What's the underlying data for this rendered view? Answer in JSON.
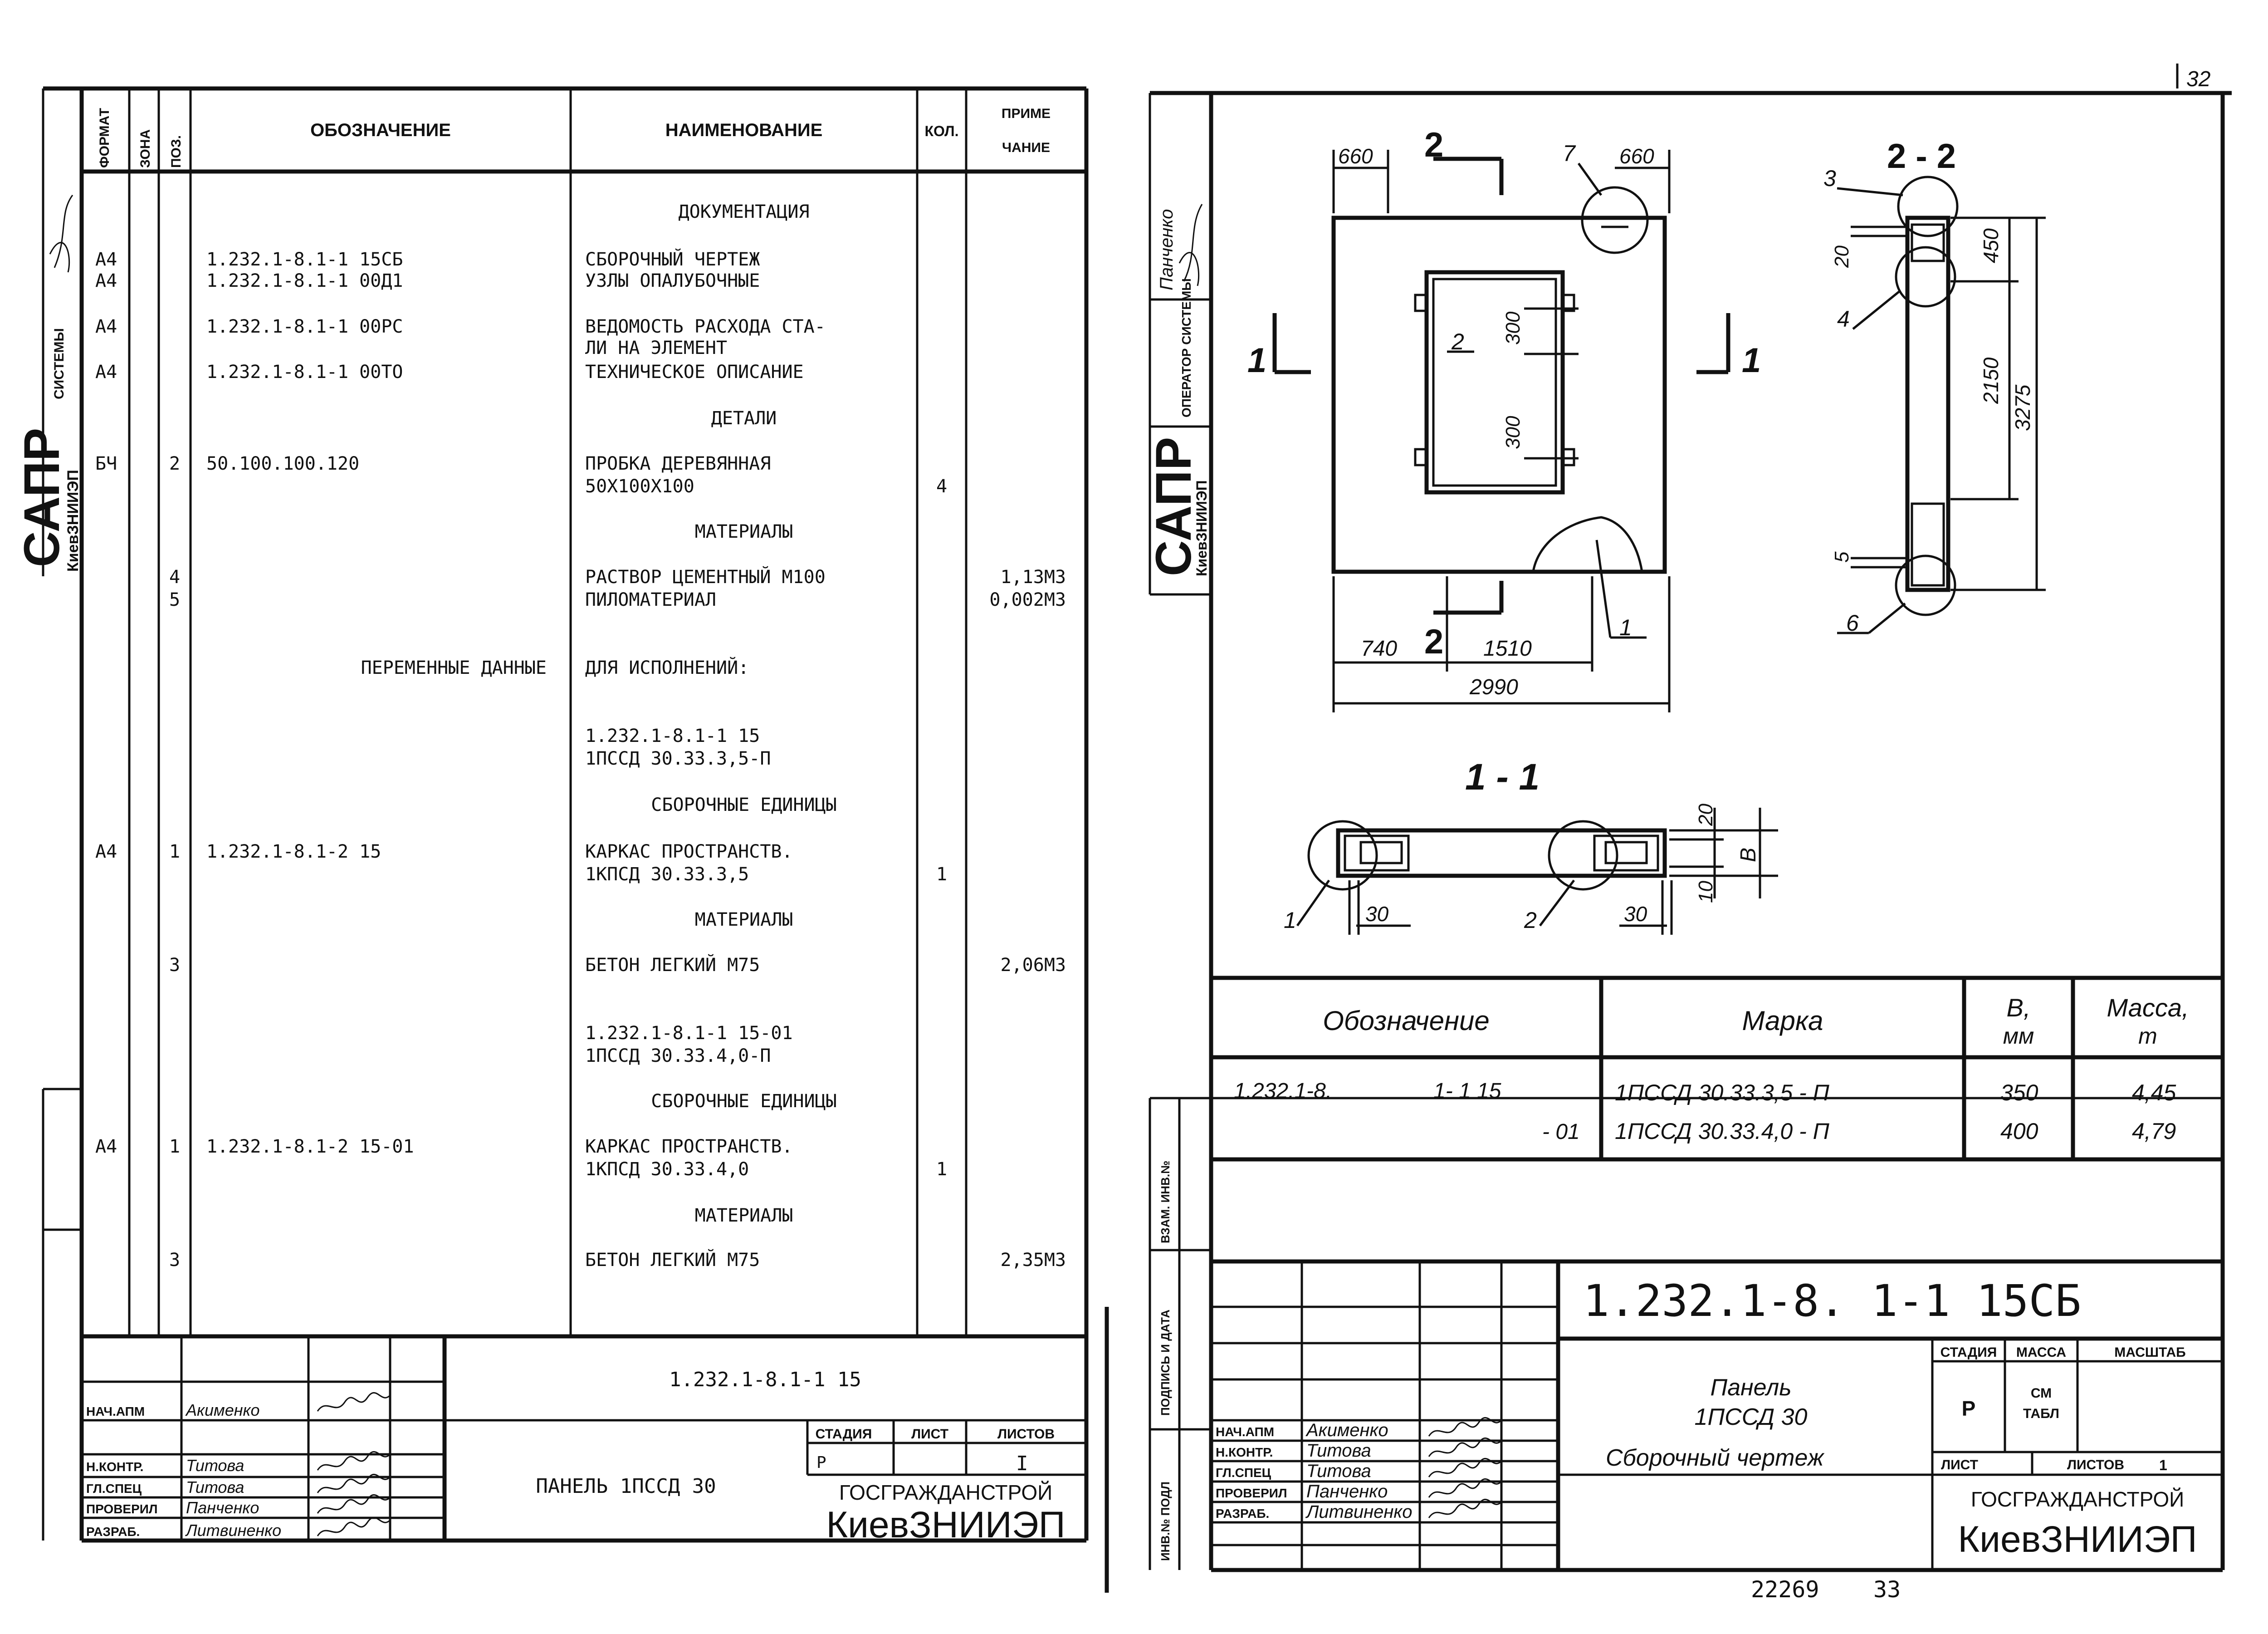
{
  "page_number": "32",
  "bottom_numbers": {
    "left": "22269",
    "right": "33"
  },
  "spec": {
    "headers": {
      "format": "ФОРМАТ",
      "zone": "ЗОНА",
      "pos": "ПОЗ.",
      "designation": "ОБОЗНАЧЕНИЕ",
      "name": "НАИМЕНОВАНИЕ",
      "qty": "КОЛ.",
      "note1": "ПРИМЕ",
      "note2": "ЧАНИЕ"
    },
    "rows": [
      {
        "fmt": "",
        "pos": "",
        "des": "",
        "name": "ДОКУМЕНТАЦИЯ",
        "qty": "",
        "note": "",
        "center": true
      },
      {
        "fmt": "А4",
        "pos": "",
        "des": "1.232.1-8.1-1 15СБ",
        "name": "СБОРОЧНЫЙ ЧЕРТЕЖ",
        "qty": "",
        "note": ""
      },
      {
        "fmt": "А4",
        "pos": "",
        "des": "1.232.1-8.1-1 00Д1",
        "name": "УЗЛЫ ОПАЛУБОЧНЫЕ",
        "qty": "",
        "note": ""
      },
      {
        "fmt": "А4",
        "pos": "",
        "des": "1.232.1-8.1-1 00РС",
        "name": "ВЕДОМОСТЬ РАСХОДА СТА-",
        "qty": "",
        "note": ""
      },
      {
        "fmt": "",
        "pos": "",
        "des": "",
        "name": "ЛИ НА ЭЛЕМЕНТ",
        "qty": "",
        "note": ""
      },
      {
        "fmt": "А4",
        "pos": "",
        "des": "1.232.1-8.1-1 00ТО",
        "name": "ТЕХНИЧЕСКОЕ ОПИСАНИЕ",
        "qty": "",
        "note": ""
      },
      {
        "fmt": "",
        "pos": "",
        "des": "",
        "name": "ДЕТАЛИ",
        "qty": "",
        "note": "",
        "center": true
      },
      {
        "fmt": "БЧ",
        "pos": "2",
        "des": "50.100.100.120",
        "name": "ПРОБКА ДЕРЕВЯННАЯ",
        "qty": "",
        "note": ""
      },
      {
        "fmt": "",
        "pos": "",
        "des": "",
        "name": " 50Х100Х100",
        "qty": "4",
        "note": ""
      },
      {
        "fmt": "",
        "pos": "",
        "des": "",
        "name": "МАТЕРИАЛЫ",
        "qty": "",
        "note": "",
        "center": true
      },
      {
        "fmt": "",
        "pos": "4",
        "des": "",
        "name": "РАСТВОР ЦЕМЕНТНЫЙ М100",
        "qty": "",
        "note": "1,13М3"
      },
      {
        "fmt": "",
        "pos": "5",
        "des": "",
        "name": "ПИЛОМАТЕРИАЛ",
        "qty": "",
        "note": "0,002М3"
      },
      {
        "fmt": "",
        "pos": "",
        "des": "ПЕРЕМЕННЫЕ ДАННЫЕ",
        "name": "ДЛЯ ИСПОЛНЕНИЙ:",
        "qty": "",
        "note": "",
        "desright": true
      },
      {
        "fmt": "",
        "pos": "",
        "des": "",
        "name": "1.232.1-8.1-1 15",
        "qty": "",
        "note": ""
      },
      {
        "fmt": "",
        "pos": "",
        "des": "",
        "name": " 1ПССД 30.33.3,5-П",
        "qty": "",
        "note": ""
      },
      {
        "fmt": "",
        "pos": "",
        "des": "",
        "name": "СБОРОЧНЫЕ ЕДИНИЦЫ",
        "qty": "",
        "note": "",
        "center": true
      },
      {
        "fmt": "А4",
        "pos": "1",
        "des": "1.232.1-8.1-2 15",
        "name": "КАРКАС ПРОСТРАНСТВ.",
        "qty": "",
        "note": ""
      },
      {
        "fmt": "",
        "pos": "",
        "des": "",
        "name": " 1КПСД 30.33.3,5",
        "qty": "1",
        "note": ""
      },
      {
        "fmt": "",
        "pos": "",
        "des": "",
        "name": "МАТЕРИАЛЫ",
        "qty": "",
        "note": "",
        "center": true
      },
      {
        "fmt": "",
        "pos": "3",
        "des": "",
        "name": "БЕТОН ЛЕГКИЙ М75",
        "qty": "",
        "note": "2,06М3"
      },
      {
        "fmt": "",
        "pos": "",
        "des": "",
        "name": "1.232.1-8.1-1 15-01",
        "qty": "",
        "note": ""
      },
      {
        "fmt": "",
        "pos": "",
        "des": "",
        "name": " 1ПССД 30.33.4,0-П",
        "qty": "",
        "note": ""
      },
      {
        "fmt": "",
        "pos": "",
        "des": "",
        "name": "СБОРОЧНЫЕ ЕДИНИЦЫ",
        "qty": "",
        "note": "",
        "center": true
      },
      {
        "fmt": "А4",
        "pos": "1",
        "des": "1.232.1-8.1-2 15-01",
        "name": "КАРКАС ПРОСТРАНСТВ.",
        "qty": "",
        "note": ""
      },
      {
        "fmt": "",
        "pos": "",
        "des": "",
        "name": " 1КПСД 30.33.4,0",
        "qty": "1",
        "note": ""
      },
      {
        "fmt": "",
        "pos": "",
        "des": "",
        "name": "МАТЕРИАЛЫ",
        "qty": "",
        "note": "",
        "center": true
      },
      {
        "fmt": "",
        "pos": "3",
        "des": "",
        "name": "БЕТОН ЛЕГКИЙ М75",
        "qty": "",
        "note": "2,35М3"
      }
    ]
  },
  "left_stamp": {
    "code": "1.232.1-8.1-1 15",
    "title": "ПАНЕЛЬ 1ПССД 30",
    "stage_label": "СТАДИЯ",
    "sheet_label": "ЛИСТ",
    "sheets_label": "ЛИСТОВ",
    "stage": "Р",
    "sheets": "I",
    "org1": "ГОСГРАЖДАНСТРОЙ",
    "org2": "КиевЗНИИЭП",
    "roles": [
      "НАЧ.АПМ",
      "Н.КОНТР.",
      "ГЛ.СПЕЦ",
      "ПРОВЕРИЛ",
      "РАЗРАБ."
    ],
    "names": [
      "Акименко",
      "Титова",
      "Титова",
      "Панченко",
      "Литвиненко"
    ]
  },
  "left_side": {
    "sapr": "САПР",
    "org": "КиевЗНИИЭП",
    "sys": "СИСТЕМЫ"
  },
  "right_side": {
    "person": "Панченко",
    "operator": "ОПЕРАТОР СИСТЕМЫ",
    "sapr": "САПР",
    "org": "КиевЗНИИЭП",
    "vzam": "ВЗАМ. ИНВ.№",
    "podp": "ПОДПИСЬ И ДАТА",
    "inv": "ИНВ.№ ПОДЛ"
  },
  "drawing": {
    "plan_dims": [
      "660",
      "660",
      "300",
      "300",
      "740",
      "1510",
      "2990"
    ],
    "section_marks": [
      "2",
      "2",
      "1",
      "1"
    ],
    "callouts": [
      "7",
      "2",
      "1",
      "3",
      "4",
      "5",
      "6",
      "1",
      "2"
    ],
    "section22_title": "2 - 2",
    "section22_dims": [
      "20",
      "450",
      "2150",
      "3275",
      "5"
    ],
    "section11_title": "1 - 1",
    "section11_dims": [
      "20",
      "В",
      "10",
      "30",
      "30"
    ]
  },
  "variants": {
    "headers": {
      "designation": "Обозначение",
      "mark": "Марка",
      "b1": "В,",
      "b2": "мм",
      "mass1": "Масса,",
      "mass2": "т"
    },
    "rows": [
      {
        "des_a": "1.232.1-8.",
        "des_b": "1- 1 15",
        "mark": "1ПССД 30.33.3,5 - П",
        "b": "350",
        "mass": "4,45"
      },
      {
        "des_a": "",
        "des_b": "- 01",
        "mark": "1ПССД 30.33.4,0 - П",
        "b": "400",
        "mass": "4,79"
      }
    ]
  },
  "right_stamp": {
    "code": "1.232.1-8. 1-1 15СБ",
    "title1": "Панель",
    "title2": "1ПССД 30",
    "title3": "Сборочный чертеж",
    "stage_label": "СТАДИЯ",
    "mass_label": "МАССА",
    "scale_label": "МАСШТАБ",
    "stage": "Р",
    "mass_val1": "СМ",
    "mass_val2": "ТАБЛ",
    "sheet_label": "ЛИСТ",
    "sheets_label": "ЛИСТОВ",
    "sheets": "1",
    "org1": "ГОСГРАЖДАНСТРОЙ",
    "org2": "КиевЗНИИЭП",
    "roles": [
      "НАЧ.АПМ",
      "Н.КОНТР.",
      "ГЛ.СПЕЦ",
      "ПРОВЕРИЛ",
      "РАЗРАБ."
    ],
    "names": [
      "Акименко",
      "Титова",
      "Титова",
      "Панченко",
      "Литвиненко"
    ]
  }
}
